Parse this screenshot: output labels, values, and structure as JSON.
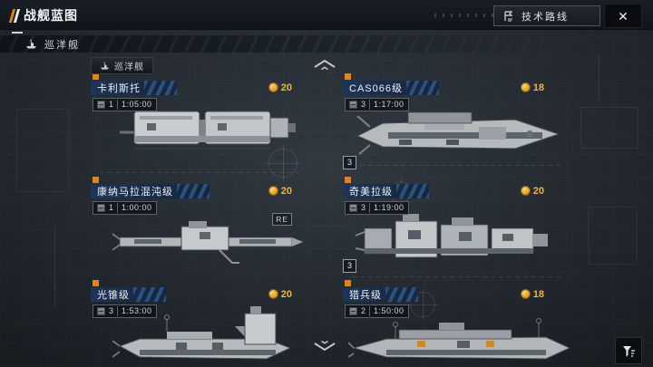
{
  "window": {
    "title": "战舰蓝图"
  },
  "topbar": {
    "tech_route_label": "技术路线",
    "close_label": "✕"
  },
  "section": {
    "label": "巡洋舰"
  },
  "panel": {
    "tab_label": "巡洋舰"
  },
  "cards": [
    {
      "name": "卡利斯托",
      "cost": "20",
      "build_count": "1",
      "build_time": "1:05:00",
      "re": "",
      "variants": ""
    },
    {
      "name": "CAS066级",
      "cost": "18",
      "build_count": "3",
      "build_time": "1:17:00",
      "re": "",
      "variants": "3"
    },
    {
      "name": "康纳马拉混沌级",
      "cost": "20",
      "build_count": "1",
      "build_time": "1:00:00",
      "re": "RE",
      "variants": ""
    },
    {
      "name": "奇美拉级",
      "cost": "20",
      "build_count": "3",
      "build_time": "1:19:00",
      "re": "",
      "variants": "3"
    },
    {
      "name": "光锥级",
      "cost": "20",
      "build_count": "3",
      "build_time": "1:53:00",
      "re": "",
      "variants": ""
    },
    {
      "name": "猎兵级",
      "cost": "18",
      "build_count": "2",
      "build_time": "1:50:00",
      "re": "",
      "variants": ""
    }
  ],
  "colors": {
    "accent_orange": "#dd8424",
    "coin_yellow": "#edb63e",
    "banner_blue": "#1e3458",
    "re_cyan": "#c4d6dd"
  }
}
